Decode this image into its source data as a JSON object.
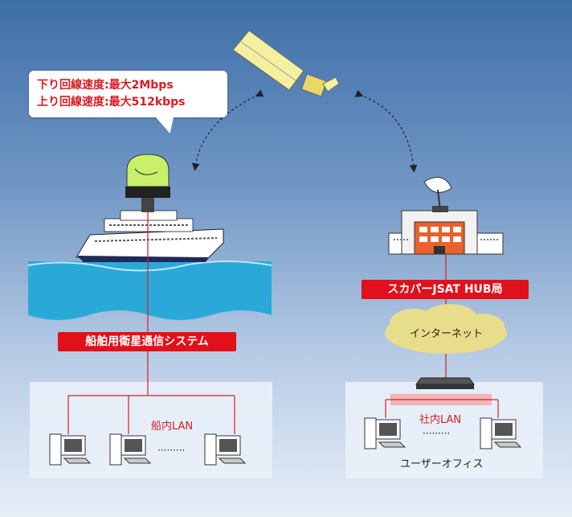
{
  "speed": {
    "downlink": "下り回線速度:最大2Mbps",
    "uplink": "上り回線速度:最大512kbps"
  },
  "labels": {
    "ship_system": "船舶用衛星通信システム",
    "hub_station": "スカパーJSAT HUB局",
    "internet": "インターネット",
    "ship_lan": "船内LAN",
    "office_lan": "社内LAN",
    "user_office": "ユーザーオフィス",
    "ellipsis": "·········"
  },
  "colors": {
    "accent_red": "#e2101a",
    "sea": "#2aa9d8",
    "sky_top": "#3f6fa8"
  }
}
